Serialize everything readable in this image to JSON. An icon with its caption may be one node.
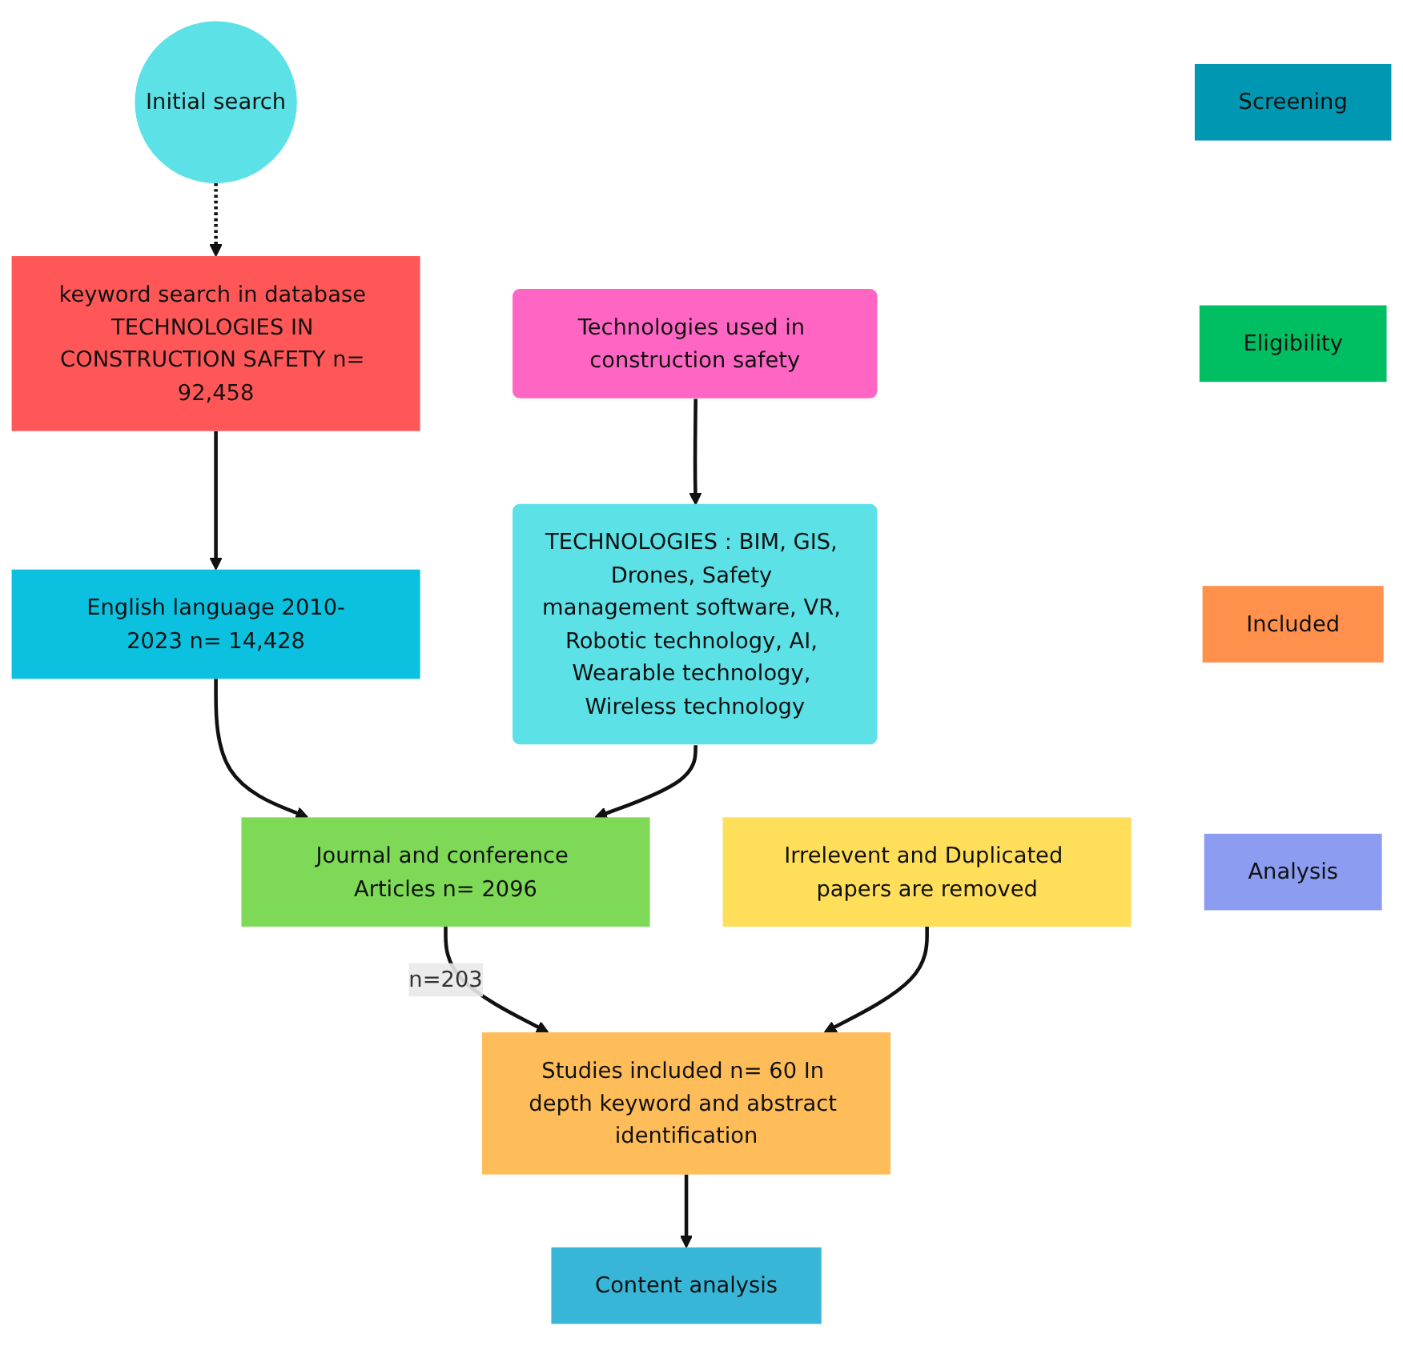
{
  "diagram": {
    "nodes": [
      {
        "text": [
          "Initial search"
        ]
      },
      {
        "text": [
          "keyword search in database TECHNOLOGIES IN CONSTRUCTION SAFETY n= 92,458"
        ]
      },
      {
        "text": [
          "Technologies used in construction safety"
        ]
      },
      {
        "text": [
          "Screening"
        ]
      },
      {
        "text": [
          "English language 2010-2023 n= 14,428"
        ]
      },
      {
        "text": [
          "TECHNOLOGIES : BIM, GIS, Drones, Safety management software, VR, Robotic technology, AI, Wearable technology, Wireless technology"
        ]
      },
      {
        "text": [
          "Eligibility"
        ]
      },
      {
        "text": [
          "Journal and conference Articles n= 2096"
        ]
      },
      {
        "text": [
          "Included"
        ]
      },
      {
        "text": [
          "Studies included n= 60 In depth keyword and abstract identification"
        ]
      },
      {
        "text": [
          "Irrelevent and Duplicated papers are removed"
        ]
      },
      {
        "text": [
          "Analysis"
        ]
      },
      {
        "text": [
          "Content analysis"
        ]
      }
    ],
    "edges": [
      {
        "from": 0,
        "to": 1,
        "arrow": "to",
        "style": "dashed"
      },
      {
        "from": 1,
        "to": 4,
        "arrow": "to"
      },
      {
        "from": 2,
        "to": 5,
        "arrow": "to"
      },
      {
        "from": 4,
        "to": 7,
        "arrow": "to"
      },
      {
        "from": 5,
        "to": 7,
        "arrow": "to"
      },
      {
        "from": 7,
        "to": 9,
        "arrow": "to",
        "label": "n=203"
      },
      {
        "from": 10,
        "to": 9,
        "arrow": "to"
      },
      {
        "from": 9,
        "to": 12,
        "arrow": "to"
      }
    ]
  }
}
